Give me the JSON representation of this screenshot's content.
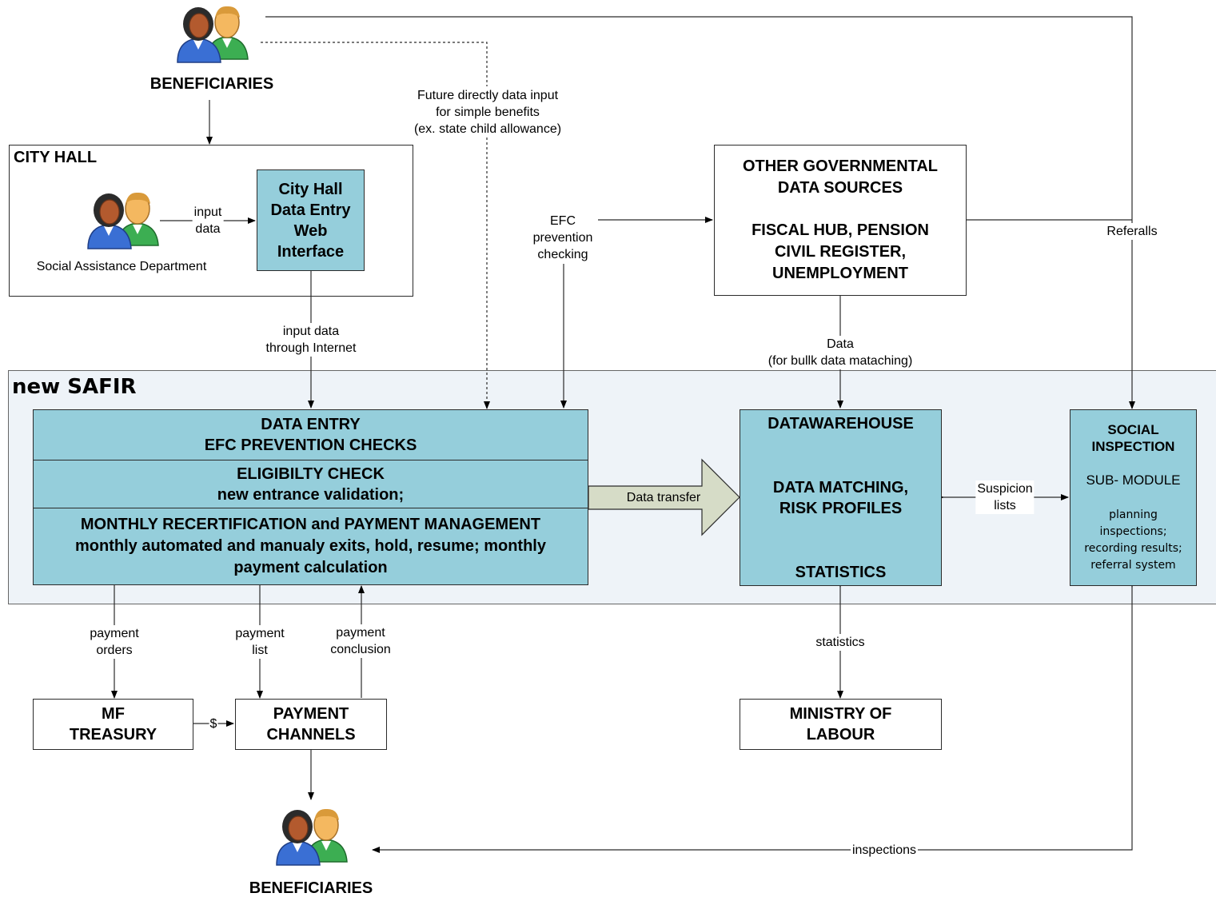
{
  "beneficiaries_top": "BENEFICIARIES",
  "beneficiaries_bottom": "BENEFICIARIES",
  "city_hall": {
    "title": "CITY HALL",
    "department": "Social Assistance Department",
    "input_label": [
      "input",
      "data"
    ],
    "web_interface": [
      "City Hall",
      "Data Entry",
      "Web",
      "Interface"
    ]
  },
  "future_input_label": [
    "Future directly data input",
    "for simple benefits",
    "(ex. state child allowance)"
  ],
  "efc_label": [
    "EFC",
    "prevention",
    "checking"
  ],
  "other_gov": {
    "title": [
      "OTHER GOVERNMENTAL",
      "DATA SOURCES"
    ],
    "sources": [
      "FISCAL HUB, PENSION",
      "CIVIL REGISTER,",
      "UNEMPLOYMENT"
    ]
  },
  "referrals_label": "Referalls",
  "input_internet_label": [
    "input data",
    "through Internet"
  ],
  "data_label": [
    "Data",
    "(for bullk data mataching)"
  ],
  "safir_title": "new SAFIR",
  "safir_modules": {
    "data_entry": [
      "DATA ENTRY",
      "EFC PREVENTION CHECKS"
    ],
    "eligibility": [
      "ELIGIBILTY CHECK",
      "new entrance validation;"
    ],
    "monthly": [
      "MONTHLY RECERTIFICATION and PAYMENT MANAGEMENT",
      "monthly automated and manualy exits, hold, resume; monthly",
      "payment calculation"
    ]
  },
  "data_transfer_label": "Data transfer",
  "datawarehouse": {
    "title": "DATAWAREHOUSE",
    "matching": [
      "DATA MATCHING,",
      "RISK PROFILES"
    ],
    "statistics": "STATISTICS"
  },
  "suspicion_label": [
    "Suspicion",
    "lists"
  ],
  "social_inspection": {
    "title": [
      "SOCIAL",
      "INSPECTION"
    ],
    "submodule": "SUB- MODULE",
    "tasks": [
      "planning",
      "inspections;",
      "recording results;",
      "referral system"
    ]
  },
  "payment_orders_label": [
    "payment",
    "orders"
  ],
  "payment_list_label": [
    "payment",
    "list"
  ],
  "payment_conclusion_label": [
    "payment",
    "conclusion"
  ],
  "statistics_label": "statistics",
  "mf_treasury": [
    "MF",
    "TREASURY"
  ],
  "dollar_label": "$",
  "payment_channels": [
    "PAYMENT",
    "CHANNELS"
  ],
  "ministry": [
    "MINISTRY OF",
    "LABOUR"
  ],
  "inspections_label": "inspections",
  "colors": {
    "module_fill": "#95cedb",
    "safir_band": "#eef3f8",
    "arrow_fill": "#d6dcc7",
    "line": "#2b2b2b"
  },
  "icons": [
    "beneficiaries-icon",
    "department-staff-icon"
  ]
}
